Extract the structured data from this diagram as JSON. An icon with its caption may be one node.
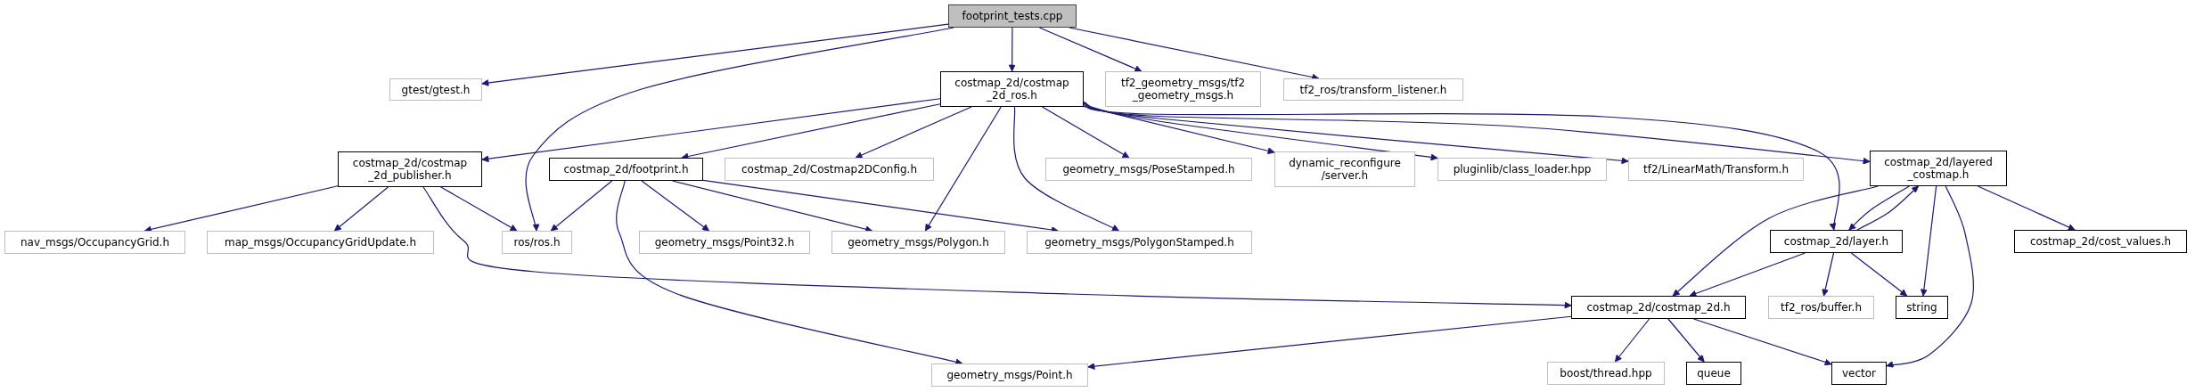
{
  "diagram": {
    "nodes": [
      {
        "text": [
          "footprint_tests.cpp"
        ]
      },
      {
        "text": [
          "gtest/gtest.h"
        ]
      },
      {
        "text": [
          "costmap_2d/costmap _2d_ros.h"
        ]
      },
      {
        "text": [
          "tf2_geometry_msgs/tf2 _geometry_msgs.h"
        ]
      },
      {
        "text": [
          "tf2_ros/transform_listener.h"
        ]
      },
      {
        "text": [
          "costmap_2d/costmap _2d_publisher.h"
        ]
      },
      {
        "text": [
          "costmap_2d/footprint.h"
        ]
      },
      {
        "text": [
          "costmap_2d/Costmap2DConfig.h"
        ]
      },
      {
        "text": [
          "geometry_msgs/PoseStamped.h"
        ]
      },
      {
        "text": [
          "dynamic_reconfigure /server.h"
        ]
      },
      {
        "text": [
          "pluginlib/class_loader.hpp"
        ]
      },
      {
        "text": [
          "tf2/LinearMath/Transform.h"
        ]
      },
      {
        "text": [
          "costmap_2d/layered _costmap.h"
        ]
      },
      {
        "text": [
          "nav_msgs/OccupancyGrid.h"
        ]
      },
      {
        "text": [
          "map_msgs/OccupancyGridUpdate.h"
        ]
      },
      {
        "text": [
          "ros/ros.h"
        ]
      },
      {
        "text": [
          "geometry_msgs/Point32.h"
        ]
      },
      {
        "text": [
          "geometry_msgs/Polygon.h"
        ]
      },
      {
        "text": [
          "geometry_msgs/PolygonStamped.h"
        ]
      },
      {
        "text": [
          "costmap_2d/layer.h"
        ]
      },
      {
        "text": [
          "costmap_2d/cost_values.h"
        ]
      },
      {
        "text": [
          "costmap_2d/costmap_2d.h"
        ]
      },
      {
        "text": [
          "tf2_ros/buffer.h"
        ]
      },
      {
        "text": [
          "string"
        ]
      },
      {
        "text": [
          "geometry_msgs/Point.h"
        ]
      },
      {
        "text": [
          "boost/thread.hpp"
        ]
      },
      {
        "text": [
          "queue"
        ]
      },
      {
        "text": [
          "vector"
        ]
      }
    ],
    "edges": [
      {
        "from": 0,
        "to": 1,
        "arrow": "to"
      },
      {
        "from": 0,
        "to": 15,
        "arrow": "to"
      },
      {
        "from": 0,
        "to": 2,
        "arrow": "to"
      },
      {
        "from": 0,
        "to": 3,
        "arrow": "to"
      },
      {
        "from": 0,
        "to": 4,
        "arrow": "to"
      },
      {
        "from": 2,
        "to": 5,
        "arrow": "to"
      },
      {
        "from": 2,
        "to": 6,
        "arrow": "to"
      },
      {
        "from": 2,
        "to": 7,
        "arrow": "to"
      },
      {
        "from": 2,
        "to": 17,
        "arrow": "to"
      },
      {
        "from": 2,
        "to": 18,
        "arrow": "to"
      },
      {
        "from": 2,
        "to": 8,
        "arrow": "to"
      },
      {
        "from": 2,
        "to": 9,
        "arrow": "to"
      },
      {
        "from": 2,
        "to": 10,
        "arrow": "to"
      },
      {
        "from": 2,
        "to": 11,
        "arrow": "to"
      },
      {
        "from": 2,
        "to": 19,
        "arrow": "to"
      },
      {
        "from": 2,
        "to": 12,
        "arrow": "to"
      },
      {
        "from": 5,
        "to": 13,
        "arrow": "to"
      },
      {
        "from": 5,
        "to": 14,
        "arrow": "to"
      },
      {
        "from": 5,
        "to": 15,
        "arrow": "to"
      },
      {
        "from": 5,
        "to": 21,
        "arrow": "to"
      },
      {
        "from": 6,
        "to": 15,
        "arrow": "to"
      },
      {
        "from": 6,
        "to": 24,
        "arrow": "to"
      },
      {
        "from": 6,
        "to": 16,
        "arrow": "to"
      },
      {
        "from": 6,
        "to": 17,
        "arrow": "to"
      },
      {
        "from": 6,
        "to": 18,
        "arrow": "to"
      },
      {
        "from": 12,
        "to": 21,
        "arrow": "to"
      },
      {
        "from": 12,
        "to": 19,
        "arrow": "to"
      },
      {
        "from": 19,
        "to": 12,
        "arrow": "to"
      },
      {
        "from": 12,
        "to": 23,
        "arrow": "to"
      },
      {
        "from": 12,
        "to": 27,
        "arrow": "to"
      },
      {
        "from": 12,
        "to": 20,
        "arrow": "to"
      },
      {
        "from": 19,
        "to": 21,
        "arrow": "to"
      },
      {
        "from": 19,
        "to": 22,
        "arrow": "to"
      },
      {
        "from": 19,
        "to": 23,
        "arrow": "to"
      },
      {
        "from": 21,
        "to": 24,
        "arrow": "to"
      },
      {
        "from": 21,
        "to": 25,
        "arrow": "to"
      },
      {
        "from": 21,
        "to": 26,
        "arrow": "to"
      },
      {
        "from": 21,
        "to": 27,
        "arrow": "to"
      }
    ]
  }
}
